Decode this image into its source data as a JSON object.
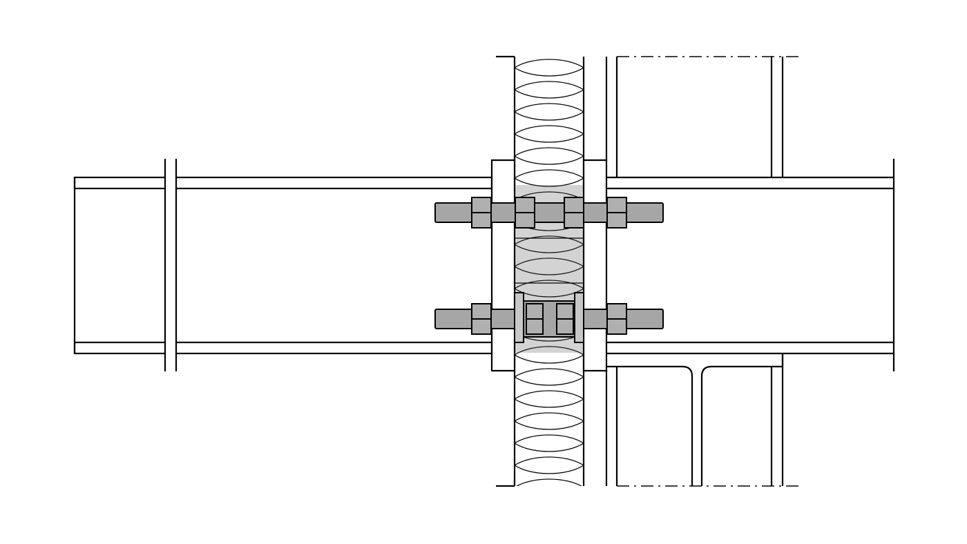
{
  "drawing": {
    "colors": {
      "line": "#000000",
      "background": "#ffffff",
      "bolt_fill": "#a6a6a6",
      "nut_fill": "#b0b0b0",
      "insulation_fill": "#ffffff",
      "thermal_break_fill": "#d3d3d3"
    },
    "components": [
      "steel-beam-exterior-i-section",
      "end-plate-exterior",
      "insulation-panel",
      "thermal-break-block",
      "end-plate-interior",
      "steel-beam-interior-i-section",
      "steel-column-i-section",
      "threaded-rod-bolt-upper",
      "threaded-rod-bolt-lower",
      "hex-nuts",
      "break-lines"
    ],
    "bolt_rows": 2,
    "nuts_per_row": 4
  }
}
